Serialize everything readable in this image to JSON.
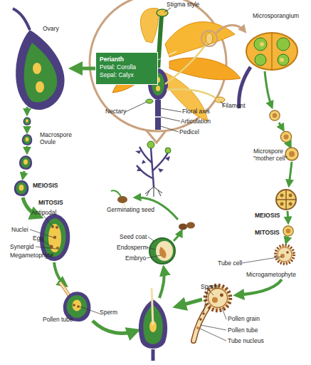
{
  "diagram": {
    "nodes": [
      {
        "text": [
          "Perianth",
          "Petal: Corolla",
          "Sepal: Calyx"
        ]
      }
    ],
    "labels": [
      "Stigma style",
      "Microsporangium",
      "Ovary",
      "Filament",
      "Nectary",
      "Floral axis",
      "Articulation",
      "Pedicel",
      "Macrospore Ovule",
      "Microspore \"mother cell\"",
      "MEIOSIS",
      "MEIOSIS",
      "MITOSIS",
      "MITOSIS",
      "Antipodal",
      "Nuclei",
      "Egg",
      "Synergid",
      "Megametophyte",
      "Germinating seed",
      "Seed coat",
      "Endosperm",
      "Embryo",
      "Tube cell",
      "Microgametophyte",
      "Sperm",
      "Pollen grain",
      "Pollen tube",
      "Tube nucleus",
      "Pollen tube",
      "Sperm"
    ]
  }
}
